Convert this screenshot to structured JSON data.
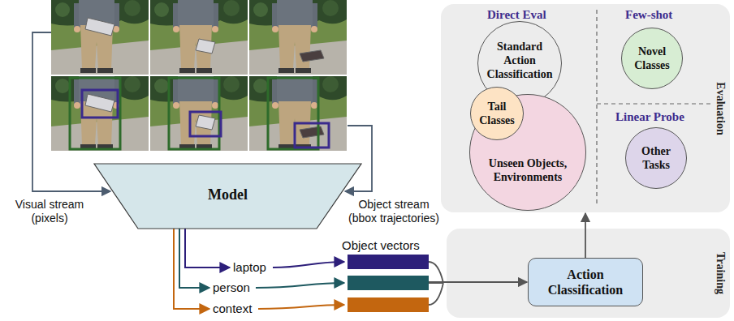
{
  "diagram": {
    "nodes": [
      {
        "text": [
          "Model"
        ]
      },
      {
        "text": [
          "Object vectors"
        ]
      },
      {
        "text": [
          "Evaluation"
        ]
      },
      {
        "text": [
          "Standard Action Classification"
        ],
        "in": 2
      },
      {
        "text": [
          "Unseen Objects, Environments"
        ],
        "in": 2
      },
      {
        "text": [
          "Tail Classes"
        ],
        "in": 2
      },
      {
        "text": [
          "Novel Classes"
        ],
        "in": 2
      },
      {
        "text": [
          "Other Tasks"
        ],
        "in": 2
      },
      {
        "text": [
          "Training"
        ]
      },
      {
        "text": [
          "Action Classification"
        ],
        "in": 8
      }
    ],
    "edges": [
      {
        "from": 1,
        "to": 9,
        "arrow": "to"
      },
      {
        "from": 9,
        "to": 2,
        "arrow": "to"
      }
    ],
    "labels": [
      "Visual stream (pixels)",
      "Object stream (bbox trajectories)",
      "laptop",
      "person",
      "context",
      "Direct Eval",
      "Few-shot",
      "Linear Probe"
    ]
  }
}
